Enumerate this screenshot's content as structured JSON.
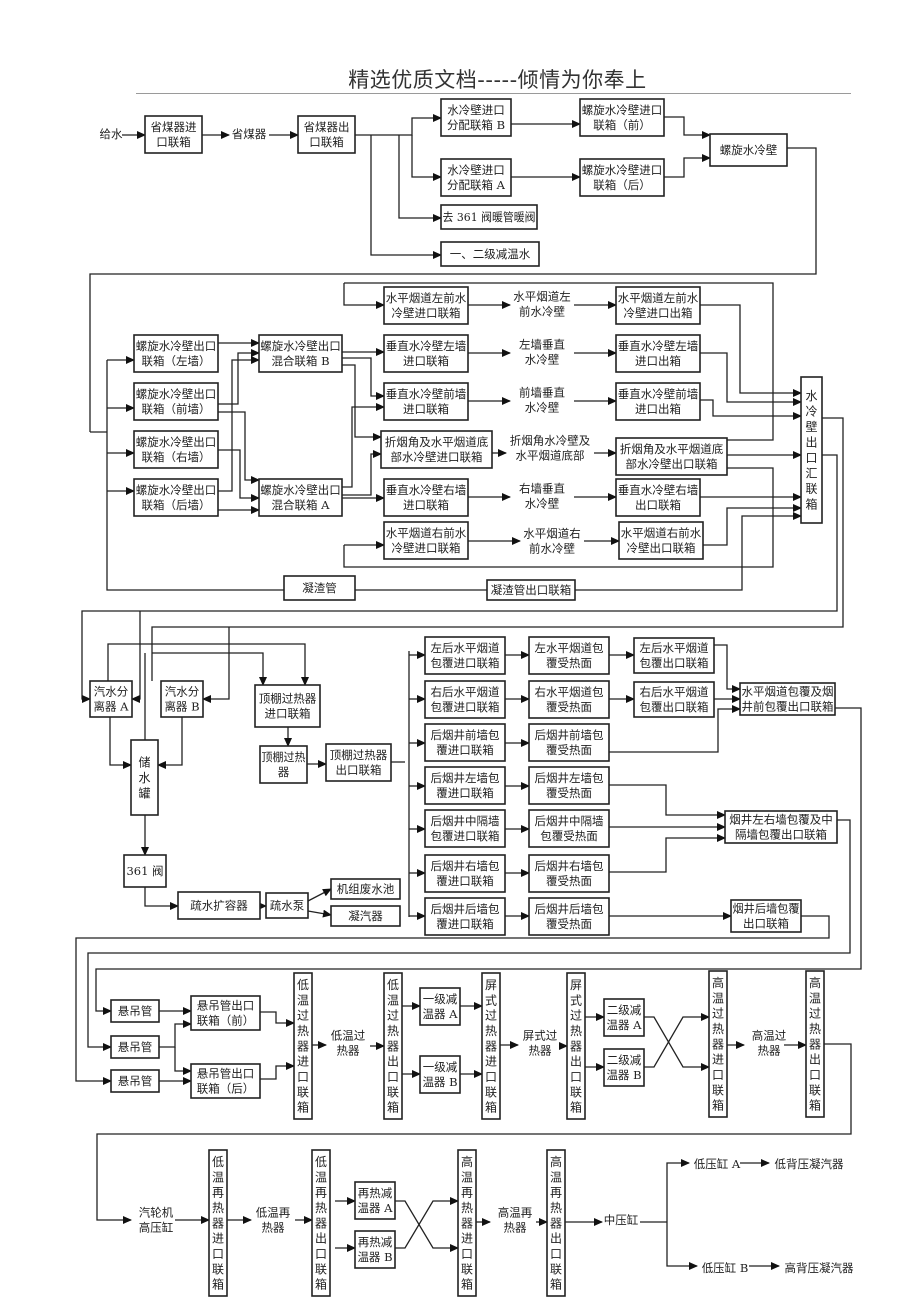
{
  "header": {
    "title": "精选优质文档-----倾情为你奉上"
  },
  "nodes": {
    "feedwater": "给水",
    "eco_in": [
      "省煤器进",
      "口联箱"
    ],
    "economizer": "省煤器",
    "eco_out": [
      "省煤器出",
      "口联箱"
    ],
    "ww_dist_b": [
      "水冷壁进口",
      "分配联箱 B"
    ],
    "ww_dist_a": [
      "水冷壁进口",
      "分配联箱 A"
    ],
    "to_361": "去 361 阀暖管暖阀",
    "desuper_water": "一、二级减温水",
    "spiral_in_front": [
      "螺旋水冷壁进口",
      "联箱（前）"
    ],
    "spiral_in_rear": [
      "螺旋水冷壁进口",
      "联箱（后）"
    ],
    "spiral_ww": "螺旋水冷壁",
    "spiral_out_left": [
      "螺旋水冷壁出口",
      "联箱（左墙）"
    ],
    "spiral_out_front": [
      "螺旋水冷壁出口",
      "联箱（前墙）"
    ],
    "spiral_out_right": [
      "螺旋水冷壁出口",
      "联箱（右墙）"
    ],
    "spiral_out_rear": [
      "螺旋水冷壁出口",
      "联箱（后墙）"
    ],
    "mix_b": [
      "螺旋水冷壁出口",
      "混合联箱 B"
    ],
    "mix_a": [
      "螺旋水冷壁出口",
      "混合联箱 A"
    ],
    "hfg_lf_in": [
      "水平烟道左前水",
      "冷壁进口联箱"
    ],
    "vert_left_in": [
      "垂直水冷壁左墙",
      "进口联箱"
    ],
    "vert_front_in": [
      "垂直水冷壁前墙",
      "进口联箱"
    ],
    "arch_in": [
      "折烟角及水平烟道底",
      "部水冷壁进口联箱"
    ],
    "vert_right_in": [
      "垂直水冷壁右墙",
      "进口联箱"
    ],
    "hfg_rf_in": [
      "水平烟道右前水",
      "冷壁进口联箱"
    ],
    "hfg_lf_ww": [
      "水平烟道左",
      "前水冷壁"
    ],
    "left_vert_ww": [
      "左墙垂直",
      "水冷壁"
    ],
    "front_vert_ww": [
      "前墙垂直",
      "水冷壁"
    ],
    "arch_ww": [
      "折烟角水冷壁及",
      "水平烟道底部"
    ],
    "right_vert_ww": [
      "右墙垂直",
      "水冷壁"
    ],
    "hfg_rf_ww": [
      "水平烟道右",
      "前水冷壁"
    ],
    "hfg_lf_out": [
      "水平烟道左前水",
      "冷壁进口出箱"
    ],
    "vert_left_out": [
      "垂直水冷壁左墙",
      "进口出箱"
    ],
    "vert_front_out": [
      "垂直水冷壁前墙",
      "进口出箱"
    ],
    "arch_out": [
      "折烟角及水平烟道底",
      "部水冷壁出口联箱"
    ],
    "vert_right_out": [
      "垂直水冷壁右墙",
      "出口联箱"
    ],
    "hfg_rf_out": [
      "水平烟道右前水",
      "冷壁出口联箱"
    ],
    "ww_outlet_collector": "水冷壁出口汇联箱",
    "slag_tube": "凝渣管",
    "slag_out": "凝渣管出口联箱",
    "sep_a": [
      "汽水分",
      "离器 A"
    ],
    "sep_b": [
      "汽水分",
      "离器 B"
    ],
    "storage_tank": "储水罐",
    "roof_in": [
      "顶棚过热器",
      "进口联箱"
    ],
    "roof_sh": [
      "顶棚过热",
      "器"
    ],
    "roof_out": [
      "顶棚过热器",
      "出口联箱"
    ],
    "valve_361": "361 阀",
    "drain_flash": "疏水扩容器",
    "drain_pump": "疏水泵",
    "waste_pool": "机组废水池",
    "condenser": "凝汽器",
    "lr_hfg_in": [
      "左后水平烟道",
      "包覆进口联箱"
    ],
    "rr_hfg_in": [
      "右后水平烟道",
      "包覆进口联箱"
    ],
    "rp_front_in": [
      "后烟井前墙包",
      "覆进口联箱"
    ],
    "rp_left_in": [
      "后烟井左墙包",
      "覆进口联箱"
    ],
    "rp_mid_in": [
      "后烟井中隔墙",
      "包覆进口联箱"
    ],
    "rp_right_in": [
      "后烟井右墙包",
      "覆进口联箱"
    ],
    "rp_rear_in": [
      "后烟井后墙包",
      "覆进口联箱"
    ],
    "l_hfg_surf": [
      "左水平烟道包",
      "覆受热面"
    ],
    "r_hfg_surf": [
      "右水平烟道包",
      "覆受热面"
    ],
    "rp_front_surf": [
      "后烟井前墙包",
      "覆受热面"
    ],
    "rp_left_surf": [
      "后烟井左墙包",
      "覆受热面"
    ],
    "rp_mid_surf": [
      "后烟井中隔墙",
      "包覆受热面"
    ],
    "rp_right_surf": [
      "后烟井右墙包",
      "覆受热面"
    ],
    "rp_rear_surf": [
      "后烟井后墙包",
      "覆受热面"
    ],
    "lr_hfg_out": [
      "左后水平烟道",
      "包覆出口联箱"
    ],
    "rr_hfg_out": [
      "右后水平烟道",
      "包覆出口联箱"
    ],
    "hfg_enc_out": [
      "水平烟道包覆及烟",
      "井前包覆出口联箱"
    ],
    "rp_lr_mid_out": [
      "烟井左右墙包覆及中",
      "隔墙包覆出口联箱"
    ],
    "rp_rear_out": [
      "烟井后墙包覆",
      "出口联箱"
    ],
    "hanger_1": "悬吊管",
    "hanger_2": "悬吊管",
    "hanger_3": "悬吊管",
    "hanger_out_front": [
      "悬吊管出口",
      "联箱（前）"
    ],
    "hanger_out_rear": [
      "悬吊管出口",
      "联箱（后）"
    ],
    "lts_in": "低温过热器进口联箱",
    "lts": [
      "低温过",
      "热器"
    ],
    "lts_out": "低温过热器出口联箱",
    "ds1_a": [
      "一级减",
      "温器 A"
    ],
    "ds1_b": [
      "一级减",
      "温器 B"
    ],
    "platen_in": "屏式过热器进口联箱",
    "platen": [
      "屏式过",
      "热器"
    ],
    "platen_out": "屏式过热器出口联箱",
    "ds2_a": [
      "二级减",
      "温器 A"
    ],
    "ds2_b": [
      "二级减",
      "温器 B"
    ],
    "hts_in": "高温过热器进口联箱",
    "hts": [
      "高温过",
      "热器"
    ],
    "hts_out": "高温过热器出口联箱",
    "hp_turbine": [
      "汽轮机",
      "高压缸"
    ],
    "ltr_in": "低温再热器进口联箱",
    "ltr": [
      "低温再",
      "热器"
    ],
    "ltr_out": "低温再热器出口联箱",
    "rh_ds_a": [
      "再热减",
      "温器 A"
    ],
    "rh_ds_b": [
      "再热减",
      "温器 B"
    ],
    "htr_in": "高温再热器进口联箱",
    "htr": [
      "高温再",
      "热器"
    ],
    "htr_out": "高温再热器出口联箱",
    "ip_cyl": "中压缸",
    "lp_a": "低压缸 A",
    "lp_b": "低压缸 B",
    "lbp_cond": "低背压凝汽器",
    "hbp_cond": "高背压凝汽器"
  }
}
